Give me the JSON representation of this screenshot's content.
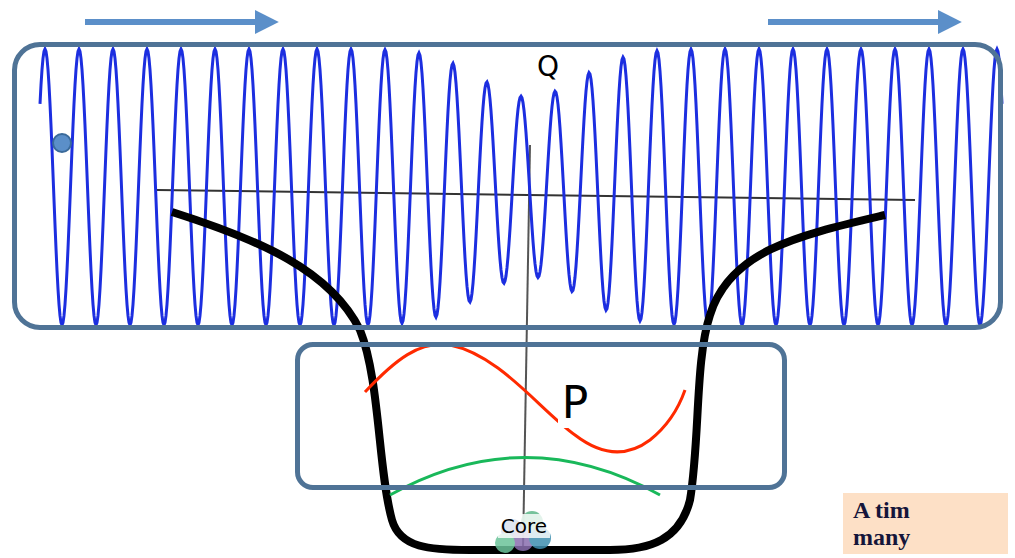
{
  "diagram": {
    "nodes": [
      {
        "text": [
          "Q"
        ]
      },
      {
        "text": [
          "P"
        ]
      },
      {
        "text": [
          "A tim many"
        ]
      }
    ],
    "labels": [
      "Core"
    ]
  }
}
